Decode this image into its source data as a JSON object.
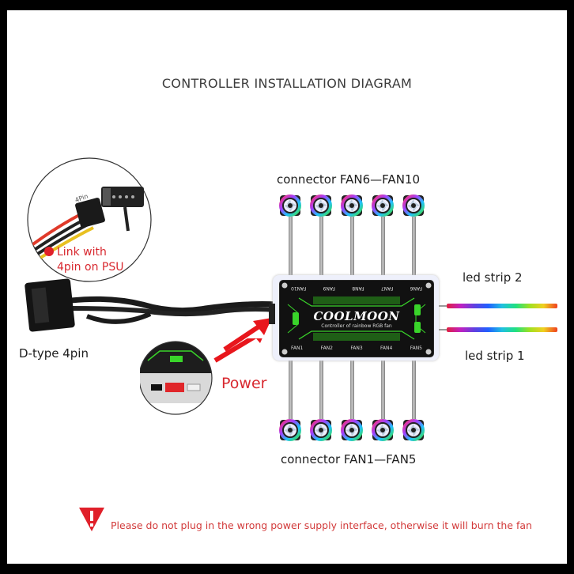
{
  "title": "CONTROLLER INSTALLATION DIAGRAM",
  "psu_inset": {
    "pin_label": "4Pin",
    "note_line1": "Link with",
    "note_line2": "4pin on PSU",
    "bullet_color": "#e0202a"
  },
  "dtype_label": "D-type 4pin",
  "power_label": "Power",
  "top_connector_label": "connector  FAN6—FAN10",
  "bottom_connector_label": "connector  FAN1—FAN5",
  "controller": {
    "brand": "COOLMOON",
    "subtitle": "Controller of rainbow RGB fan",
    "top_ports": [
      "FAN10",
      "FAN9",
      "FAN8",
      "FAN7",
      "FAN6"
    ],
    "bottom_ports": [
      "FAN1",
      "FAN2",
      "FAN3",
      "FAN4",
      "FAN5"
    ],
    "accent_color": "#39d52a"
  },
  "led_strips": [
    {
      "label": "led strip 2"
    },
    {
      "label": "led strip 1"
    }
  ],
  "fans_top": [
    "FAN6",
    "FAN7",
    "FAN8",
    "FAN9",
    "FAN10"
  ],
  "fans_bottom": [
    "FAN1",
    "FAN2",
    "FAN3",
    "FAN4",
    "FAN5"
  ],
  "warning": {
    "icon": "warning-triangle-icon",
    "text": "Please do not plug in the wrong power supply interface, otherwise it will burn the fan",
    "color": "#d8282f"
  }
}
